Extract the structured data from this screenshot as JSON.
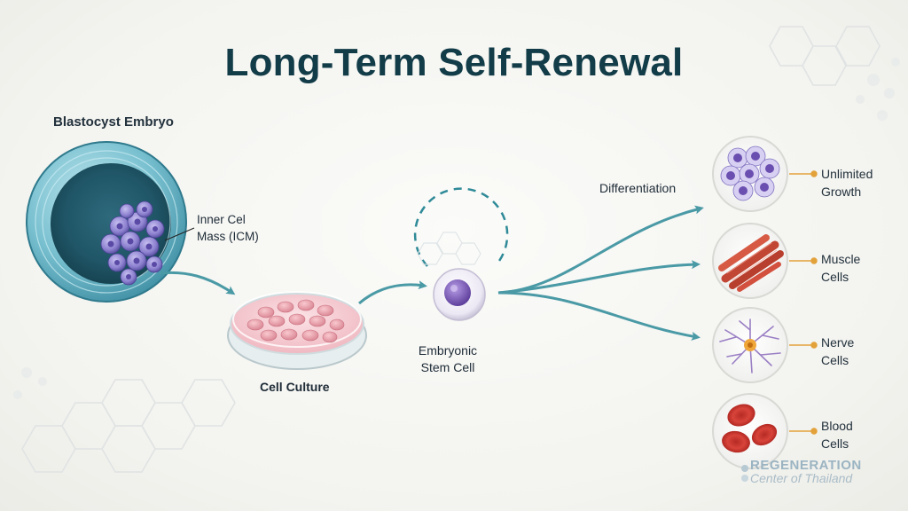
{
  "title": "Long-Term Self-Renewal",
  "labels": {
    "blastocyst": "Blastocyst Embryo",
    "icm_line1": "Inner Cel",
    "icm_line2": "Mass (ICM)",
    "culture": "Cell Culture",
    "stem_line1": "Embryonic",
    "stem_line2": "Stem Cell",
    "differentiation": "Differentiation"
  },
  "outputs": [
    {
      "line1": "Unlimited",
      "line2": "Growth",
      "icon": "stem-cell-cluster-icon"
    },
    {
      "line1": "Muscle",
      "line2": "Cells",
      "icon": "muscle-fiber-icon"
    },
    {
      "line1": "Nerve",
      "line2": "Cells",
      "icon": "neuron-icon"
    },
    {
      "line1": "Blood",
      "line2": "Cells",
      "icon": "red-blood-cell-icon"
    }
  ],
  "logo": {
    "line1": "REGENERATION",
    "line2": "Center of Thailand"
  },
  "colors": {
    "title": "#123c48",
    "arrow": "#4a9aa6",
    "connector": "#e3a13a",
    "stem_cell": "#7c5bb5",
    "icm": "#8a7fc9",
    "blastocyst": "#6fb4c4"
  }
}
